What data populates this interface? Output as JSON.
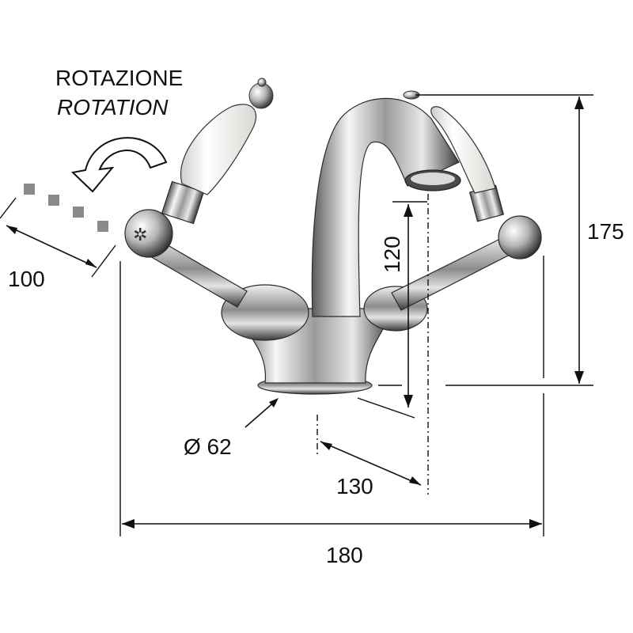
{
  "labels": {
    "rotation_it": "ROTAZIONE",
    "rotation_en": "ROTATION",
    "dim_handle": "100",
    "dim_height": "175",
    "dim_spout_height": "120",
    "dim_base": "Ø 62",
    "dim_reach": "130",
    "dim_width": "180"
  },
  "colors": {
    "line": "#111111",
    "chrome_dark": "#3a3a3a",
    "chrome_light": "#f4f4f4",
    "porcelain": "#f7f7f2",
    "arrow_fill": "#ffffff",
    "dashed_squares": "#8a8a8a"
  }
}
